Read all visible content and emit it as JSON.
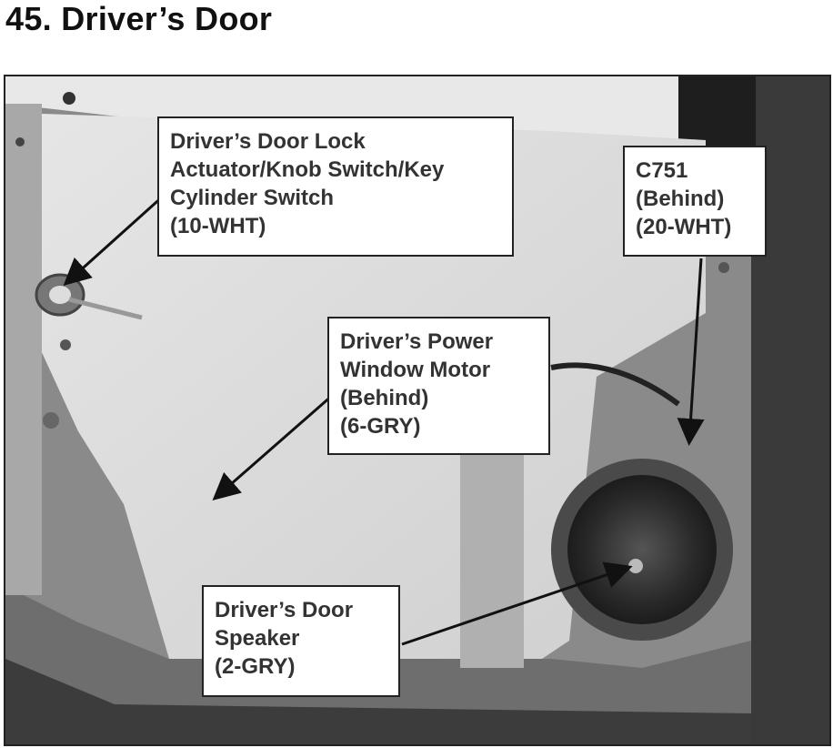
{
  "page": {
    "title": "45. Driver’s Door"
  },
  "callouts": {
    "door_lock": {
      "lines": [
        "Driver’s Door Lock",
        "Actuator/Knob Switch/Key",
        "Cylinder Switch",
        "(10-WHT)"
      ]
    },
    "c751": {
      "lines": [
        "C751",
        "(Behind)",
        "(20-WHT)"
      ]
    },
    "window_motor": {
      "lines": [
        "Driver’s Power",
        "Window Motor",
        "(Behind)",
        "(6-GRY)"
      ]
    },
    "speaker": {
      "lines": [
        "Driver’s Door",
        "Speaker",
        "(2-GRY)"
      ]
    }
  },
  "colors": {
    "panel_light": "#dcdcdc",
    "panel_mid": "#9a9a9a",
    "panel_dark": "#2e2e2e",
    "arrow": "#1a1a1a"
  }
}
